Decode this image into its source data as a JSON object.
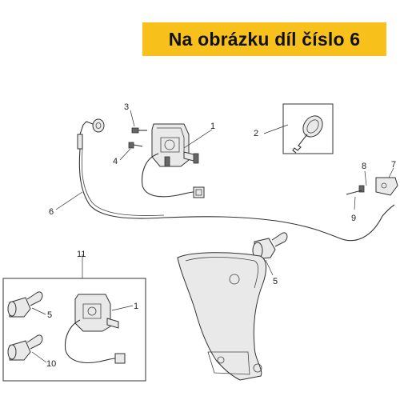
{
  "banner": {
    "text": "Na obrázku díl číslo 6"
  },
  "callouts": {
    "c1": "1",
    "c2": "2",
    "c3": "3",
    "c4": "4",
    "c5a": "5",
    "c6": "6",
    "c7": "7",
    "c8": "8",
    "c9": "9",
    "c11": "11",
    "c5b": "5",
    "c1b": "1",
    "c10": "10"
  },
  "icons": {
    "key": "key-icon",
    "lock": "lock-cylinder-icon",
    "latch": "seat-latch-icon",
    "cable": "release-cable-icon",
    "panel": "rear-panel-icon"
  },
  "colors": {
    "banner": "#f7c01b",
    "line": "#333333"
  }
}
